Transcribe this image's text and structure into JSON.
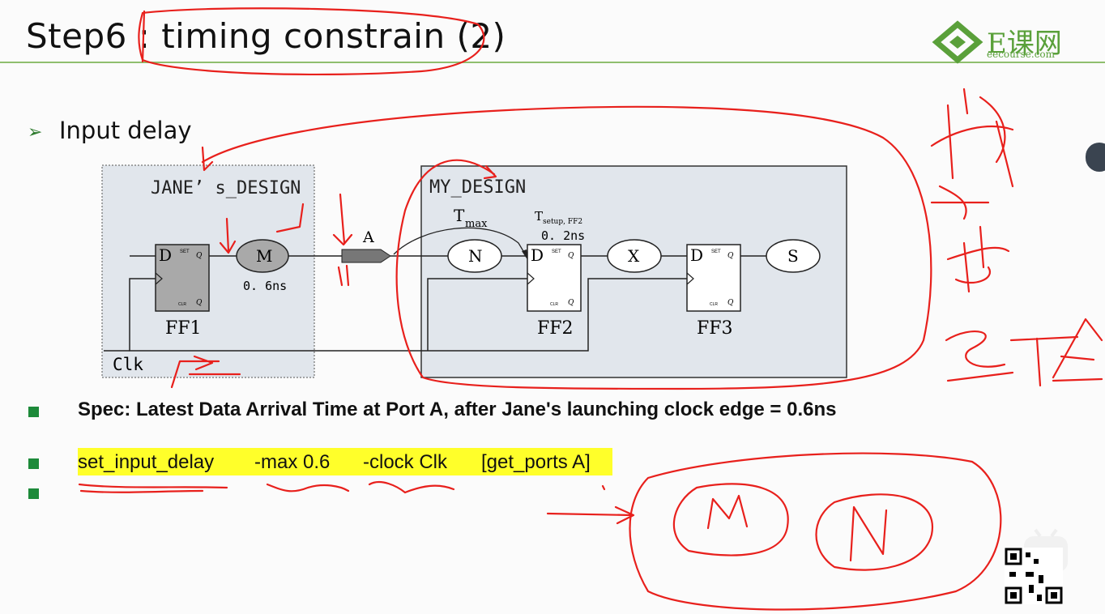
{
  "slide": {
    "title": "Step6 : timing constrain (2)",
    "logo": {
      "text": "E课网",
      "subtext": "eecourse.com"
    },
    "section": "Input delay",
    "diagram": {
      "jane_label": "JANE’ s_DESIGN",
      "my_label": "MY_DESIGN",
      "ff1": "FF1",
      "ff2": "FF2",
      "ff3": "FF3",
      "m": "M",
      "m_delay": "0. 6ns",
      "port": "A",
      "tmax": "T",
      "tmax_sub": "max",
      "tsetup": "T",
      "tsetup_sub": "setup, FF2",
      "tsetup_val": "0. 2ns",
      "n": "N",
      "x": "X",
      "s": "S",
      "clk": "Clk",
      "d": "D",
      "q": "Q",
      "set": "SET",
      "clr": "CLR"
    },
    "spec": "Spec: Latest Data Arrival Time at Port A, after Jane's launching clock edge = 0.6ns",
    "command": {
      "c1": "set_input_delay",
      "c2": "-max 0.6",
      "c3": "-clock Clk",
      "c4": "[get_ports A]"
    }
  },
  "colors": {
    "accent_green": "#1d8a3a",
    "annotation_red": "#e8201c",
    "highlight": "#ffff2a",
    "rule": "#8fbf6e"
  }
}
